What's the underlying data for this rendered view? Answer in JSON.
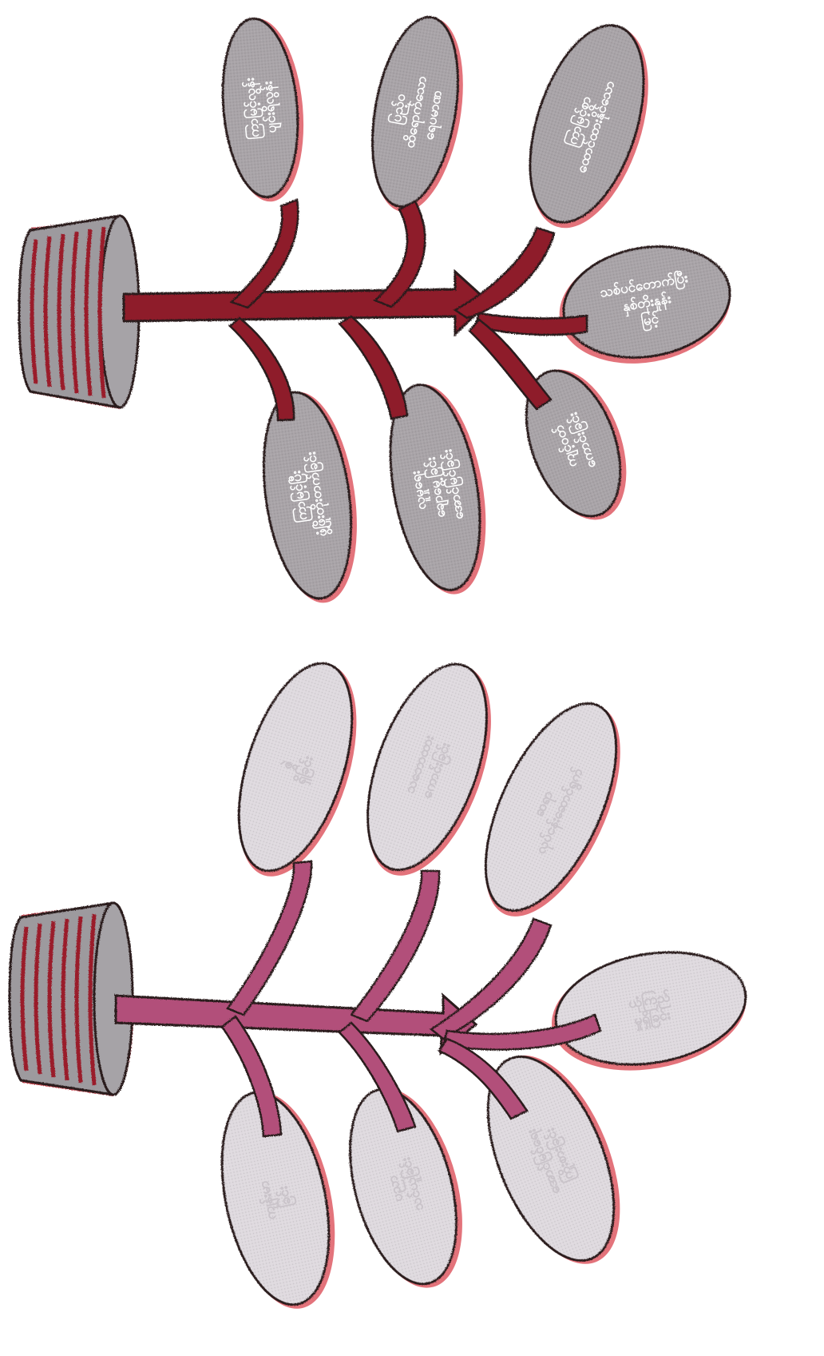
{
  "colors": {
    "top_stem": "#8e1a2b",
    "top_leaf_fill": "#a9a4a8",
    "bottom_stem": "#b24f7a",
    "bottom_leaf_fill": "#dfdadf",
    "outline": "#2a1a1c",
    "halo": "#d9444f",
    "cylinder_body": "#9d9a9e",
    "cylinder_stripes": "#9a1d2c"
  },
  "top_diagram": {
    "leaves": [
      {
        "lines": [
          "ကြာမြင့်လွန်း",
          "ပျင်းရိလွန်း"
        ]
      },
      {
        "lines": [
          "ပြည့်ဝ",
          "ထိရောက်သော",
          "ရေပမာဏ"
        ]
      },
      {
        "lines": [
          "ကြာမြင့်စွာ",
          "ထောင်ထားနိုင်သော"
        ]
      },
      {
        "lines": [
          "သစ်ပင်တောက်ပြီး",
          "နှစ်တိုးနှုန်း",
          "မြင့်"
        ]
      },
      {
        "lines": [
          "ကျင့်ဝတ်",
          "ကောင်းခြင်း"
        ]
      },
      {
        "lines": [
          "လူမှုရေး",
          "ချောမွေ့ခြင်း",
          "အောင်မြင်ခြင်း"
        ]
      },
      {
        "lines": [
          "ကြာမြင့်ပြီး",
          "ဖွံ့ဖြိုးတိုးတက်ခြင်း"
        ]
      }
    ]
  },
  "bottom_diagram": {
    "leaves": [
      {
        "lines": [
          "ဇွဲ",
          "ရှိခြင်း"
        ]
      },
      {
        "lines": [
          "သဘောထား",
          "ကောင်းခြင်း"
        ]
      },
      {
        "lines": [
          "ဆရာ",
          "လုပ်ငန်းဆောင်ရွက်"
        ]
      },
      {
        "lines": [
          "ယုံကြည်",
          "မှုရှိခြင်း"
        ]
      },
      {
        "lines": [
          "အောင်မြင်ရေး",
          "ကြိုးစားခြင်း"
        ]
      },
      {
        "lines": [
          "ပညာ",
          "သင်ယူခြင်း"
        ]
      },
      {
        "lines": [
          "ကျန်းမာ",
          "ခြင်း"
        ]
      }
    ]
  }
}
